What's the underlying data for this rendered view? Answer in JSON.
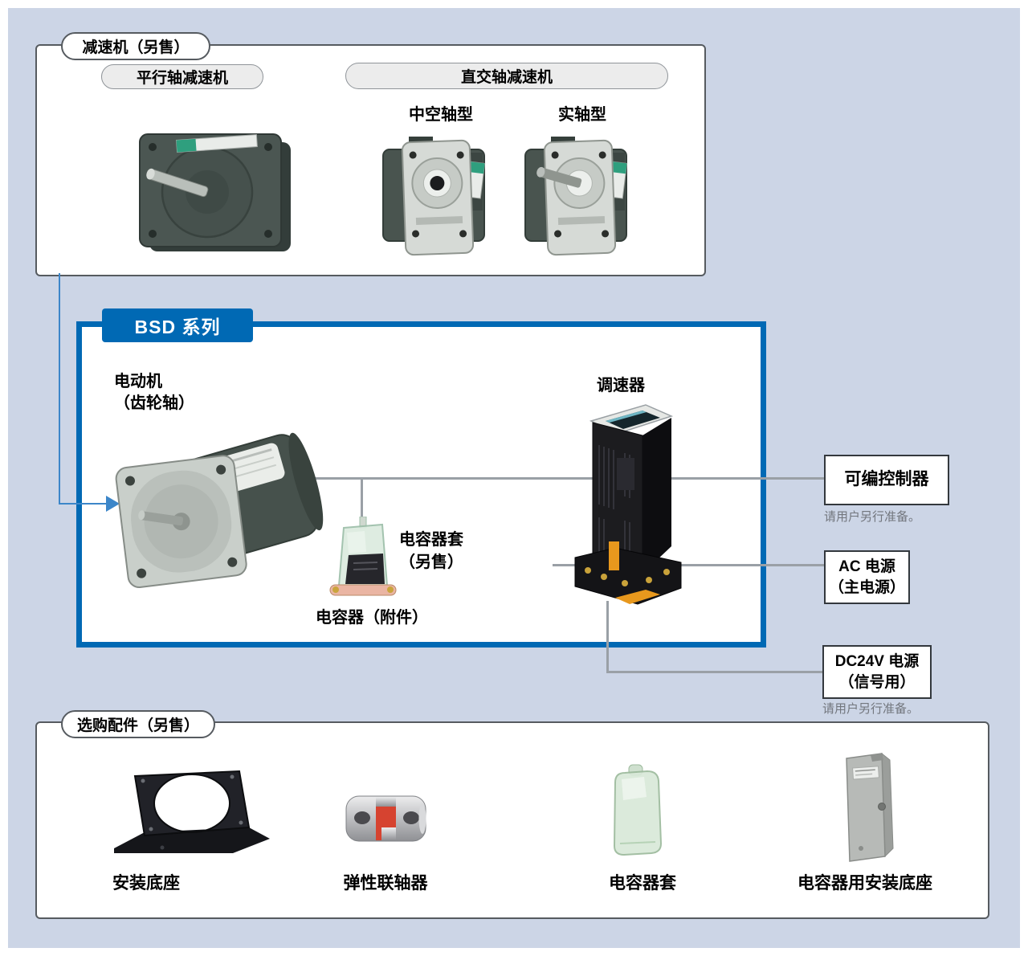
{
  "colors": {
    "background": "#ccd5e6",
    "accent_blue": "#0069b4",
    "connector_blue": "#3c86c9",
    "connector_gray": "#9aa0a6"
  },
  "gearhead_section": {
    "title": "减速机（另售）",
    "parallel_pill": "平行轴减速机",
    "right_angle_pill": "直交轴减速机",
    "hollow_type_label": "中空轴型",
    "solid_type_label": "实轴型"
  },
  "bsd_section": {
    "tab_title": "BSD 系列",
    "motor_label_line1": "电动机",
    "motor_label_line2": "（齿轮轴）",
    "controller_label": "调速器",
    "capacitor_cover_line1": "电容器套",
    "capacitor_cover_line2": "（另售）",
    "capacitor_label": "电容器（附件）"
  },
  "external_items": {
    "plc": {
      "label": "可编控制器",
      "note": "请用户另行准备。"
    },
    "ac_power": {
      "line1": "AC 电源",
      "line2": "（主电源）"
    },
    "dc_power": {
      "line1": "DC24V 电源",
      "line2": "（信号用）",
      "note": "请用户另行准备。"
    }
  },
  "accessories_section": {
    "title": "选购配件（另售）",
    "items": [
      {
        "label": "安装底座"
      },
      {
        "label": "弹性联轴器"
      },
      {
        "label": "电容器套"
      },
      {
        "label": "电容器用安装底座"
      }
    ]
  }
}
